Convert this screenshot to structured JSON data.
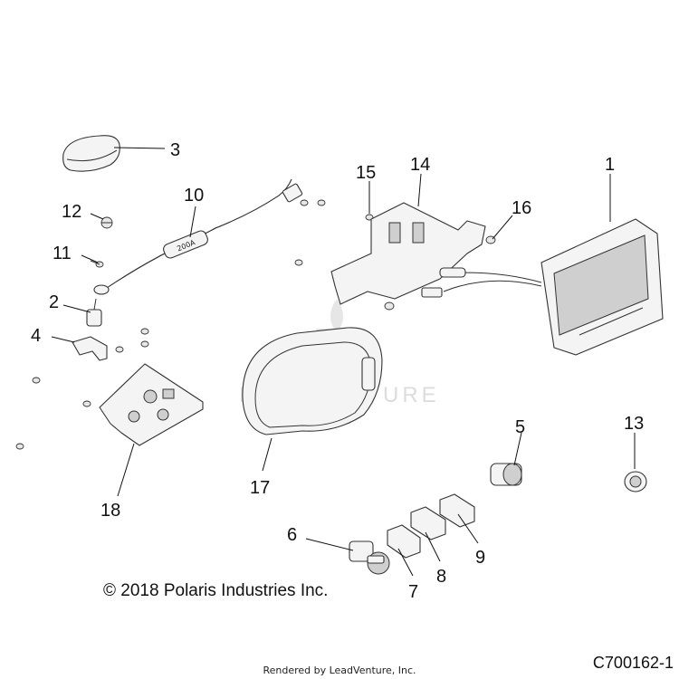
{
  "callouts": [
    {
      "id": "1",
      "label": "1"
    },
    {
      "id": "2",
      "label": "2"
    },
    {
      "id": "3",
      "label": "3"
    },
    {
      "id": "4",
      "label": "4"
    },
    {
      "id": "5",
      "label": "5"
    },
    {
      "id": "6",
      "label": "6"
    },
    {
      "id": "7",
      "label": "7"
    },
    {
      "id": "8",
      "label": "8"
    },
    {
      "id": "9",
      "label": "9"
    },
    {
      "id": "10",
      "label": "10"
    },
    {
      "id": "11",
      "label": "11"
    },
    {
      "id": "12",
      "label": "12"
    },
    {
      "id": "13",
      "label": "13"
    },
    {
      "id": "14",
      "label": "14"
    },
    {
      "id": "15",
      "label": "15"
    },
    {
      "id": "16",
      "label": "16"
    },
    {
      "id": "17",
      "label": "17"
    },
    {
      "id": "18",
      "label": "18"
    }
  ],
  "cable_marking": "200A",
  "watermark": "LEADVENTURE",
  "copyright": "© 2018 Polaris Industries Inc.",
  "diagram_id": "C700162-1",
  "rendered_by": "Rendered by LeadVenture, Inc.",
  "colors": {
    "line": "#333333",
    "part_fill": "#f4f4f4",
    "watermark": "#dcdcdc"
  }
}
